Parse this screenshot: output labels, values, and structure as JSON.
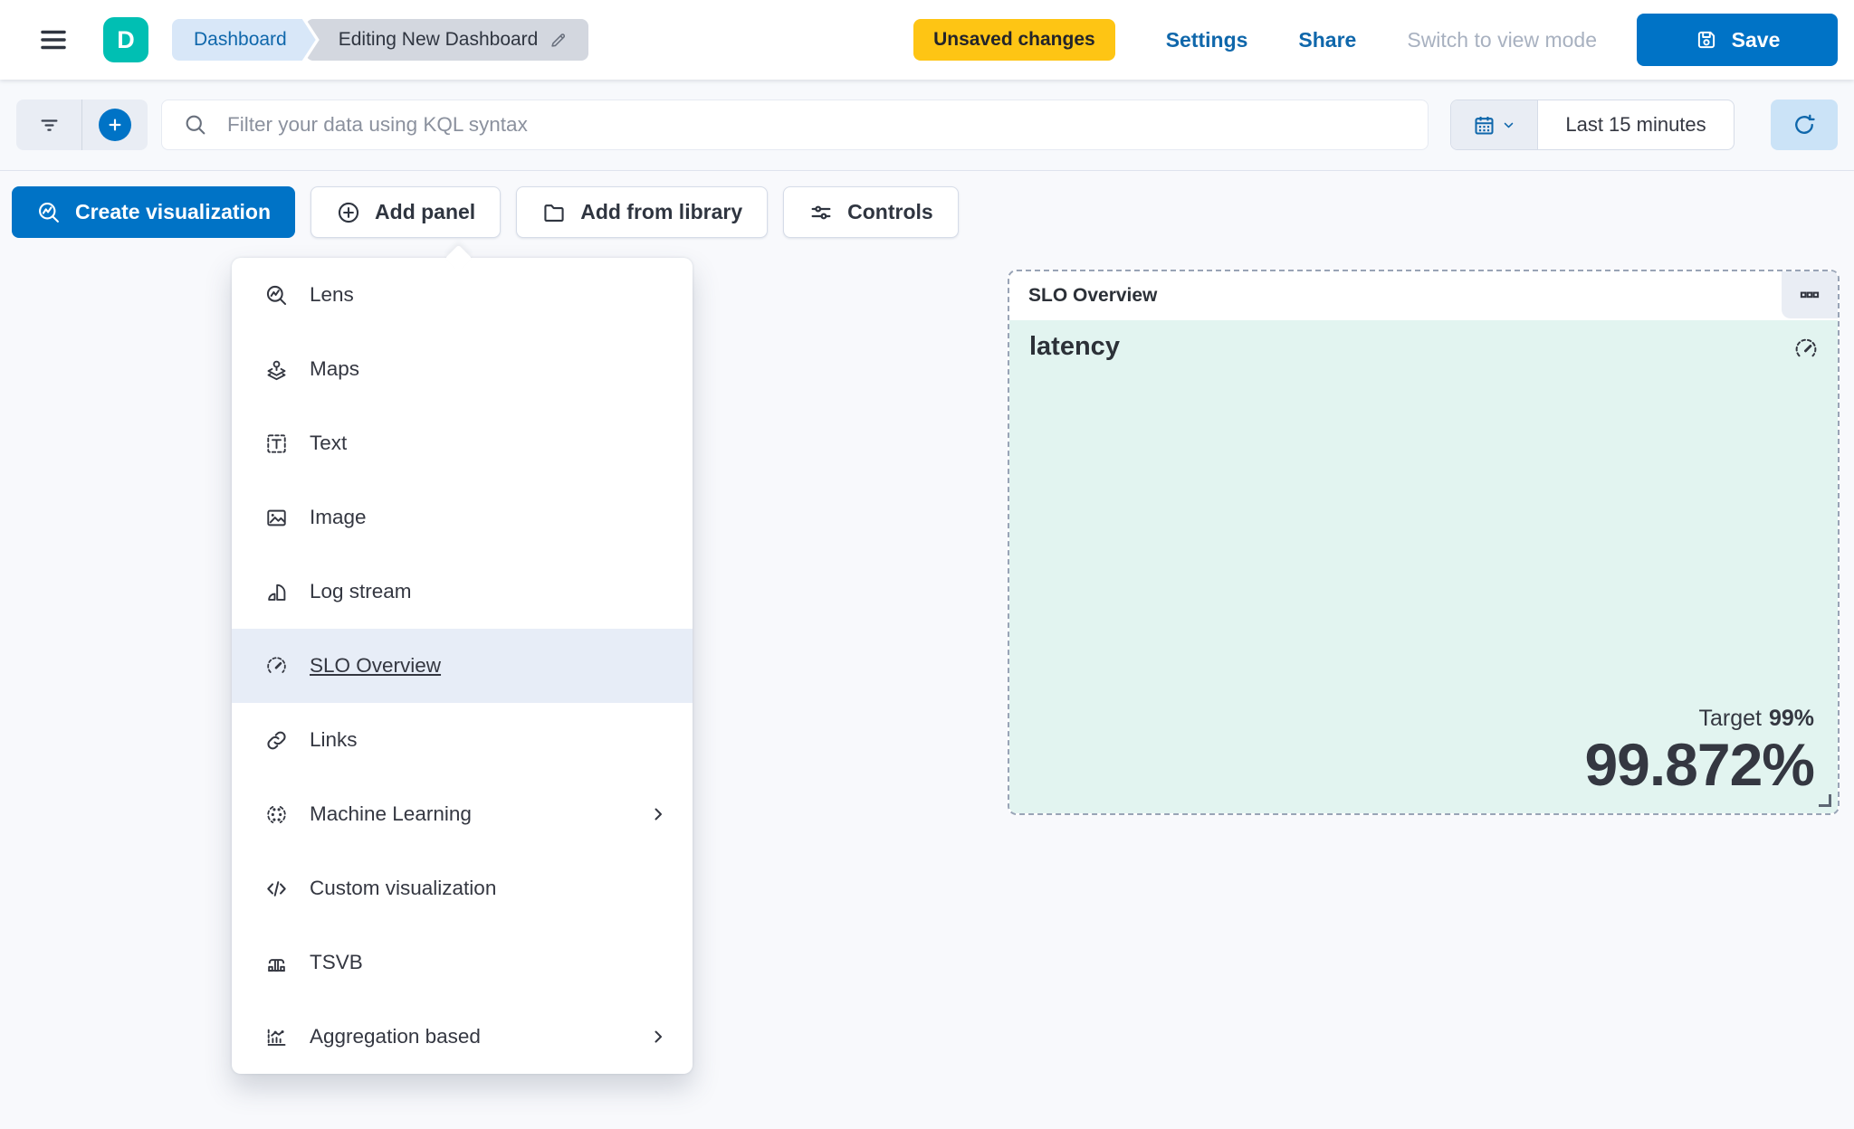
{
  "topbar": {
    "logo_letter": "D",
    "breadcrumbs": [
      {
        "label": "Dashboard"
      },
      {
        "label": "Editing New Dashboard"
      }
    ],
    "unsaved_badge": "Unsaved changes",
    "settings_label": "Settings",
    "share_label": "Share",
    "view_mode_label": "Switch to view mode",
    "save_label": "Save"
  },
  "querybar": {
    "search_placeholder": "Filter your data using KQL syntax",
    "search_value": "",
    "time_range": "Last 15 minutes"
  },
  "toolbar": {
    "create_visualization_label": "Create visualization",
    "add_panel_label": "Add panel",
    "add_from_library_label": "Add from library",
    "controls_label": "Controls"
  },
  "add_panel_menu": {
    "items": [
      {
        "label": "Lens",
        "icon": "lens-icon"
      },
      {
        "label": "Maps",
        "icon": "maps-icon"
      },
      {
        "label": "Text",
        "icon": "text-icon"
      },
      {
        "label": "Image",
        "icon": "image-icon"
      },
      {
        "label": "Log stream",
        "icon": "log-stream-icon"
      },
      {
        "label": "SLO Overview",
        "icon": "gauge-icon",
        "highlighted": true
      },
      {
        "label": "Links",
        "icon": "link-icon"
      },
      {
        "label": "Machine Learning",
        "icon": "machine-learning-icon",
        "has_submenu": true
      },
      {
        "label": "Custom visualization",
        "icon": "code-icon"
      },
      {
        "label": "TSVB",
        "icon": "tsvb-icon"
      },
      {
        "label": "Aggregation based",
        "icon": "aggregation-icon",
        "has_submenu": true
      }
    ]
  },
  "slo_panel": {
    "header_title": "SLO Overview",
    "slo_name": "latency",
    "target_label": "Target",
    "target_value": "99%",
    "sli_value": "99.872%"
  },
  "colors": {
    "primary_blue": "#0073c6",
    "link_blue": "#0f67ab",
    "badge_yellow": "#fec514",
    "logo_teal": "#00bfb3",
    "panel_mint": "#e2f4f0",
    "menu_highlight": "#e7edf7",
    "text_dark": "#343741"
  }
}
